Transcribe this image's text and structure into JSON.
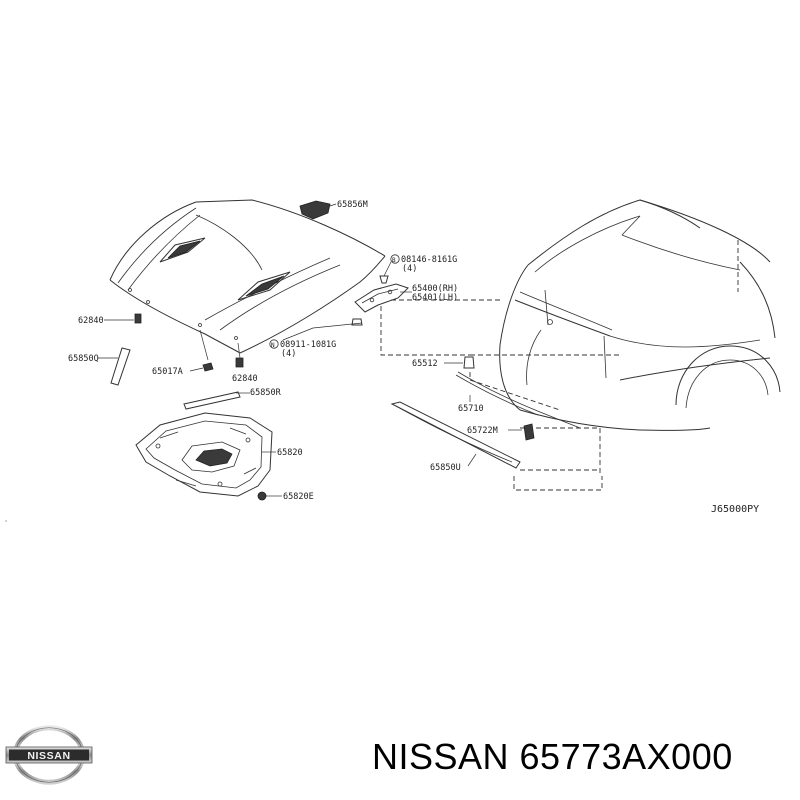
{
  "diagram": {
    "callouts": {
      "p65856m": "65856M",
      "bolt_code": "08146-8161G",
      "bolt_qty": "(4)",
      "bolt_marker": "B",
      "p65400": "65400(RH)",
      "p65401": "65401(LH)",
      "p62840_left": "62840",
      "p62840_right": "62840",
      "nut_code": "08911-1081G",
      "nut_qty": "(4)",
      "nut_marker": "N",
      "p65850q": "65850Q",
      "p65017a": "65017A",
      "p65850r": "65850R",
      "p65820": "65820",
      "p65820e": "65820E",
      "p65512": "65512",
      "p65710": "65710",
      "p65722m": "65722M",
      "p65850u": "65850U"
    },
    "figure_code": "J65000PY"
  },
  "footer": {
    "logo_text": "NISSAN",
    "part_title": "NISSAN 65773AX000"
  }
}
